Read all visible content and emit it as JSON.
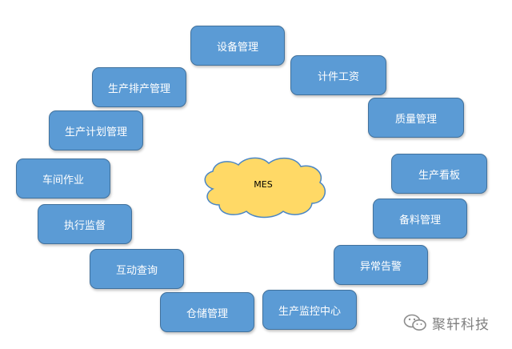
{
  "center": {
    "label": "MES",
    "fill": "#ffd966",
    "stroke": "#4a86c5"
  },
  "modules": [
    {
      "key": "equipment",
      "label": "设备管理"
    },
    {
      "key": "piecework-wages",
      "label": "计件工资"
    },
    {
      "key": "quality",
      "label": "质量管理"
    },
    {
      "key": "production-board",
      "label": "生产看板"
    },
    {
      "key": "materials",
      "label": "备料管理"
    },
    {
      "key": "anomaly-alarm",
      "label": "异常告警"
    },
    {
      "key": "production-monitor-center",
      "label": "生产监控中心"
    },
    {
      "key": "warehouse",
      "label": "仓储管理"
    },
    {
      "key": "interactive-query",
      "label": "互动查询"
    },
    {
      "key": "execution-supervision",
      "label": "执行监督"
    },
    {
      "key": "workshop-operations",
      "label": "车间作业"
    },
    {
      "key": "production-planning",
      "label": "生产计划管理"
    },
    {
      "key": "production-scheduling",
      "label": "生产排产管理"
    }
  ],
  "colors": {
    "module_fill": "#5b9bd5",
    "module_border": "#41719c",
    "module_text": "#ffffff",
    "watermark": "#7f7f7f"
  },
  "watermark": {
    "text": "聚轩科技",
    "icon": "wechat-icon"
  }
}
